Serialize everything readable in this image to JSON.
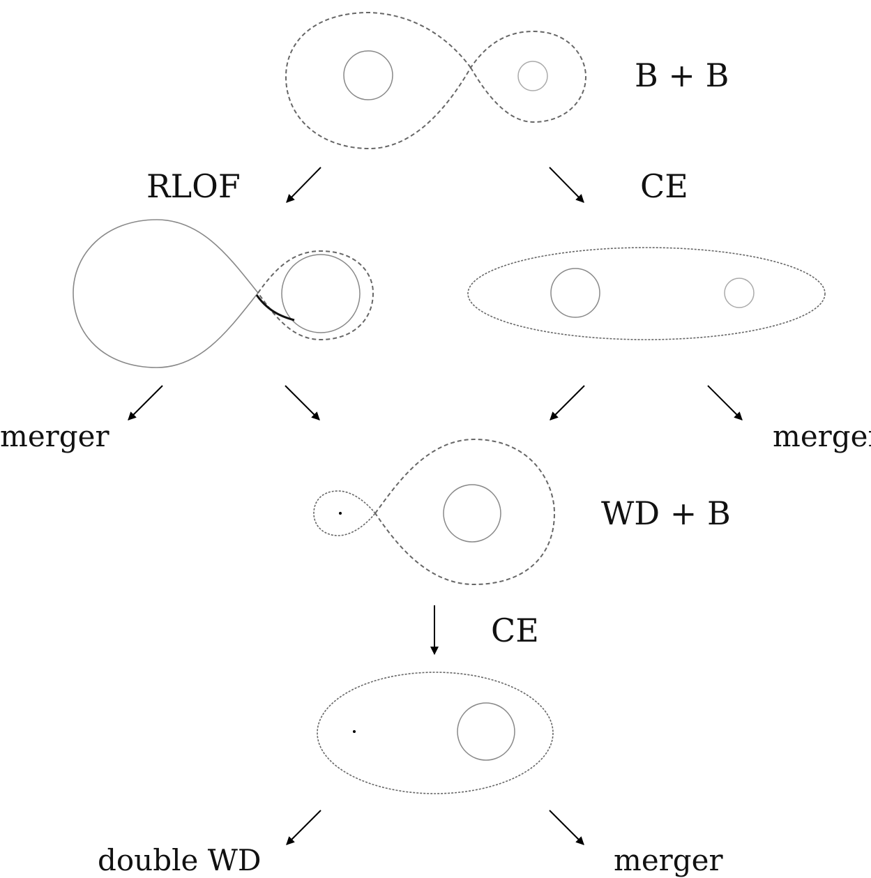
{
  "labels": {
    "b_plus_b": "B + B",
    "rlof": "RLOF",
    "ce_top": "CE",
    "merger_left": "merger",
    "merger_right": "merger",
    "wd_plus_b": "WD + B",
    "ce_mid": "CE",
    "double_wd": "double WD",
    "merger_bottom": "merger"
  }
}
